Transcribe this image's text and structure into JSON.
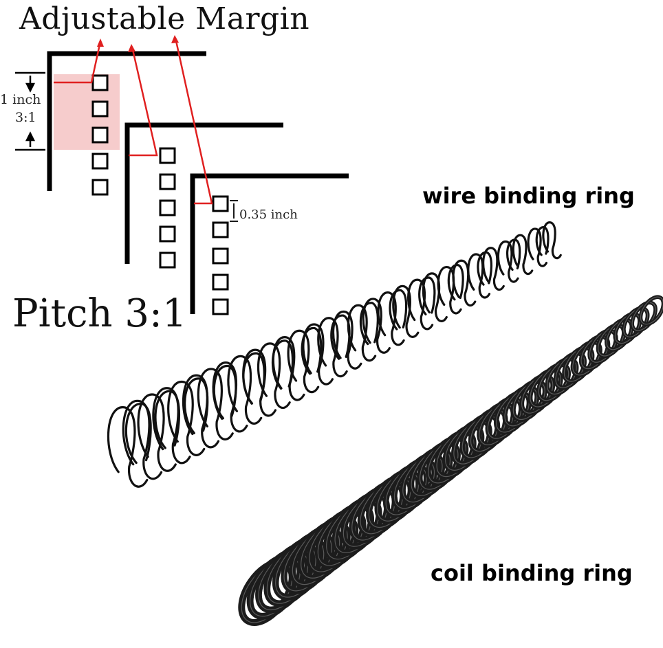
{
  "diagram": {
    "title": "Adjustable Margin",
    "pitch_label": "Pitch 3:1",
    "dimension_top": "1 inch",
    "dimension_ratio": "3:1",
    "hole_spacing": "0.35 inch",
    "wire_label": "wire binding ring",
    "coil_label": "coil binding ring"
  },
  "colors": {
    "ink": "#111111",
    "accent": "#e02020",
    "highlight": "#f3c4c4"
  }
}
